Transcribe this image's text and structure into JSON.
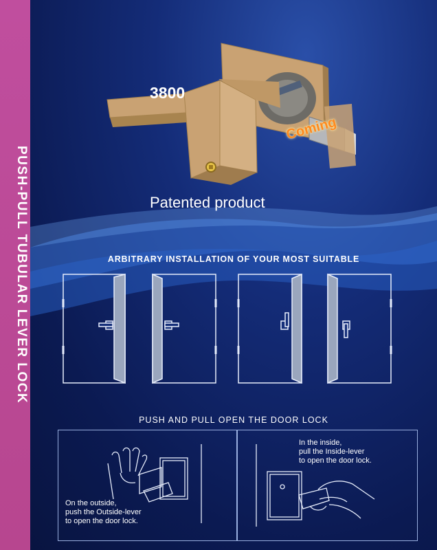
{
  "side_title": "PUSH-PULL TUBULAR LEVER LOCK",
  "product": {
    "model": "3800",
    "badge": "Coming",
    "caption": "Patented product"
  },
  "installation": {
    "heading": "ARBITRARY INSTALLATION OF YOUR MOST SUITABLE"
  },
  "operation": {
    "heading": "PUSH AND PULL OPEN THE DOOR LOCK",
    "outside": {
      "lines": [
        "On the outside,",
        "push the Outside-lever",
        "to open the door lock."
      ]
    },
    "inside": {
      "lines": [
        "In the inside,",
        "pull the Inside-lever",
        "to open the door lock."
      ]
    }
  },
  "colors": {
    "side_band": "#b7468f",
    "background": "#142c78",
    "lock_finish": "#c9a273",
    "badge": "#ff8a1e"
  }
}
